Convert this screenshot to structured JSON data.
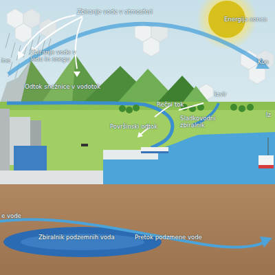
{
  "diagram": {
    "labels": [
      "Zbiranje vode v atmosferi",
      "Energija sonca",
      "ine",
      "Zbiranje vode v ledu in snegu",
      "Kon",
      "Odtok snežnice v vodotok",
      "Izvir",
      "Rečni tok",
      "Iz",
      "Sladkovodni zbiralnik",
      "Površinski odtok",
      "e vode",
      "Zbiralnik podzemnih voda",
      "Pretok podzmene vode"
    ]
  }
}
